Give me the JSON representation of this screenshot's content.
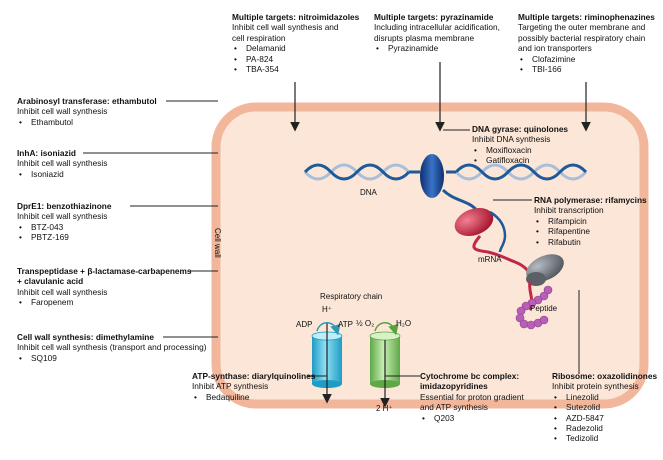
{
  "blocks": {
    "nitroimidazoles": {
      "title": "Multiple targets: nitroimidazoles",
      "desc": [
        "Inhibit cell wall synthesis and",
        "cell respiration"
      ],
      "drugs": [
        "Delamanid",
        "PA-824",
        "TBA-354"
      ]
    },
    "pyrazinamide": {
      "title": "Multiple targets: pyrazinamide",
      "desc": [
        "Including intracellular acidification,",
        "disrupts plasma membrane"
      ],
      "drugs": [
        "Pyrazinamide"
      ]
    },
    "riminophenazines": {
      "title": "Multiple targets: riminophenazines",
      "desc": [
        "Targeting the outer membrane and",
        "possibly bacterial respiratory chain",
        "and ion transporters"
      ],
      "drugs": [
        "Clofazimine",
        "TBI-166"
      ]
    },
    "ethambutol": {
      "title": "Arabinosyl transferase: ethambutol",
      "desc": [
        "Inhibit cell wall synthesis"
      ],
      "drugs": [
        "Ethambutol"
      ]
    },
    "isoniazid": {
      "title": "InhA: isoniazid",
      "desc": [
        "Inhibit cell wall synthesis"
      ],
      "drugs": [
        "Isoniazid"
      ]
    },
    "benzothiazinone": {
      "title": "DprE1: benzothiazinone",
      "desc": [
        "Inhibit cell wall synthesis"
      ],
      "drugs": [
        "BTZ-043",
        "PBTZ-169"
      ]
    },
    "carbapenems": {
      "title": [
        "Transpeptidase + β-lactamase-carbapenems",
        "+ clavulanic acid"
      ],
      "desc": [
        "Inhibit cell wall synthesis"
      ],
      "drugs": [
        "Faropenem"
      ]
    },
    "dimethylamine": {
      "title": "Cell wall synthesis: dimethylamine",
      "desc": [
        "Inhibit cell wall synthesis (transport and processing)"
      ],
      "drugs": [
        "SQ109"
      ]
    },
    "quinolones": {
      "title": "DNA gyrase: quinolones",
      "desc": [
        "Inhibit DNA synthesis"
      ],
      "drugs": [
        "Moxifloxacin",
        "Gatifloxacin"
      ]
    },
    "rifamycins": {
      "title": "RNA polymerase: rifamycins",
      "desc": [
        "Inhibit transcription"
      ],
      "drugs": [
        "Rifampicin",
        "Rifapentine",
        "Rifabutin"
      ]
    },
    "diarylquinolines": {
      "title": "ATP-synthase: diarylquinolines",
      "desc": [
        "Inhibit ATP synthesis"
      ],
      "drugs": [
        "Bedaquiline"
      ]
    },
    "imidazopyridines": {
      "title": [
        "Cytochrome bc complex:",
        "imidazopyridines"
      ],
      "desc": [
        "Essential for proton gradient",
        "and ATP synthesis"
      ],
      "drugs": [
        "Q203"
      ]
    },
    "oxazolidinones": {
      "title": "Ribosome: oxazolidinones",
      "desc": [
        "Inhibit protein synthesis"
      ],
      "drugs": [
        "Linezolid",
        "Sutezolid",
        "AZD-5847",
        "Radezolid",
        "Tedizolid"
      ]
    }
  },
  "labels": {
    "cell_wall": "Cell wall",
    "dna": "DNA",
    "mrna": "mRNA",
    "peptide": "Peptide",
    "respiratory_chain": "Respiratory chain",
    "h_plus_top": "H⁺",
    "adp": "ADP",
    "atp": "ATP",
    "half_o2": "½ O₂",
    "h2o": "H₂O",
    "two_h_plus": "2 H⁺"
  },
  "colors": {
    "cell_fill": "#fbe6d8",
    "cell_stroke": "#f2b79a",
    "dna_dark": "#1e5a9a",
    "dna_light": "#a8bfdc",
    "gyrase": "#1f4f9c",
    "rna_pol": "#c4243a",
    "mrna": "#c0284a",
    "ribosome": "#6d7277",
    "peptide": "#b860b8",
    "atp_synthase": "#3db8dc",
    "cytochrome": "#8cc870"
  }
}
